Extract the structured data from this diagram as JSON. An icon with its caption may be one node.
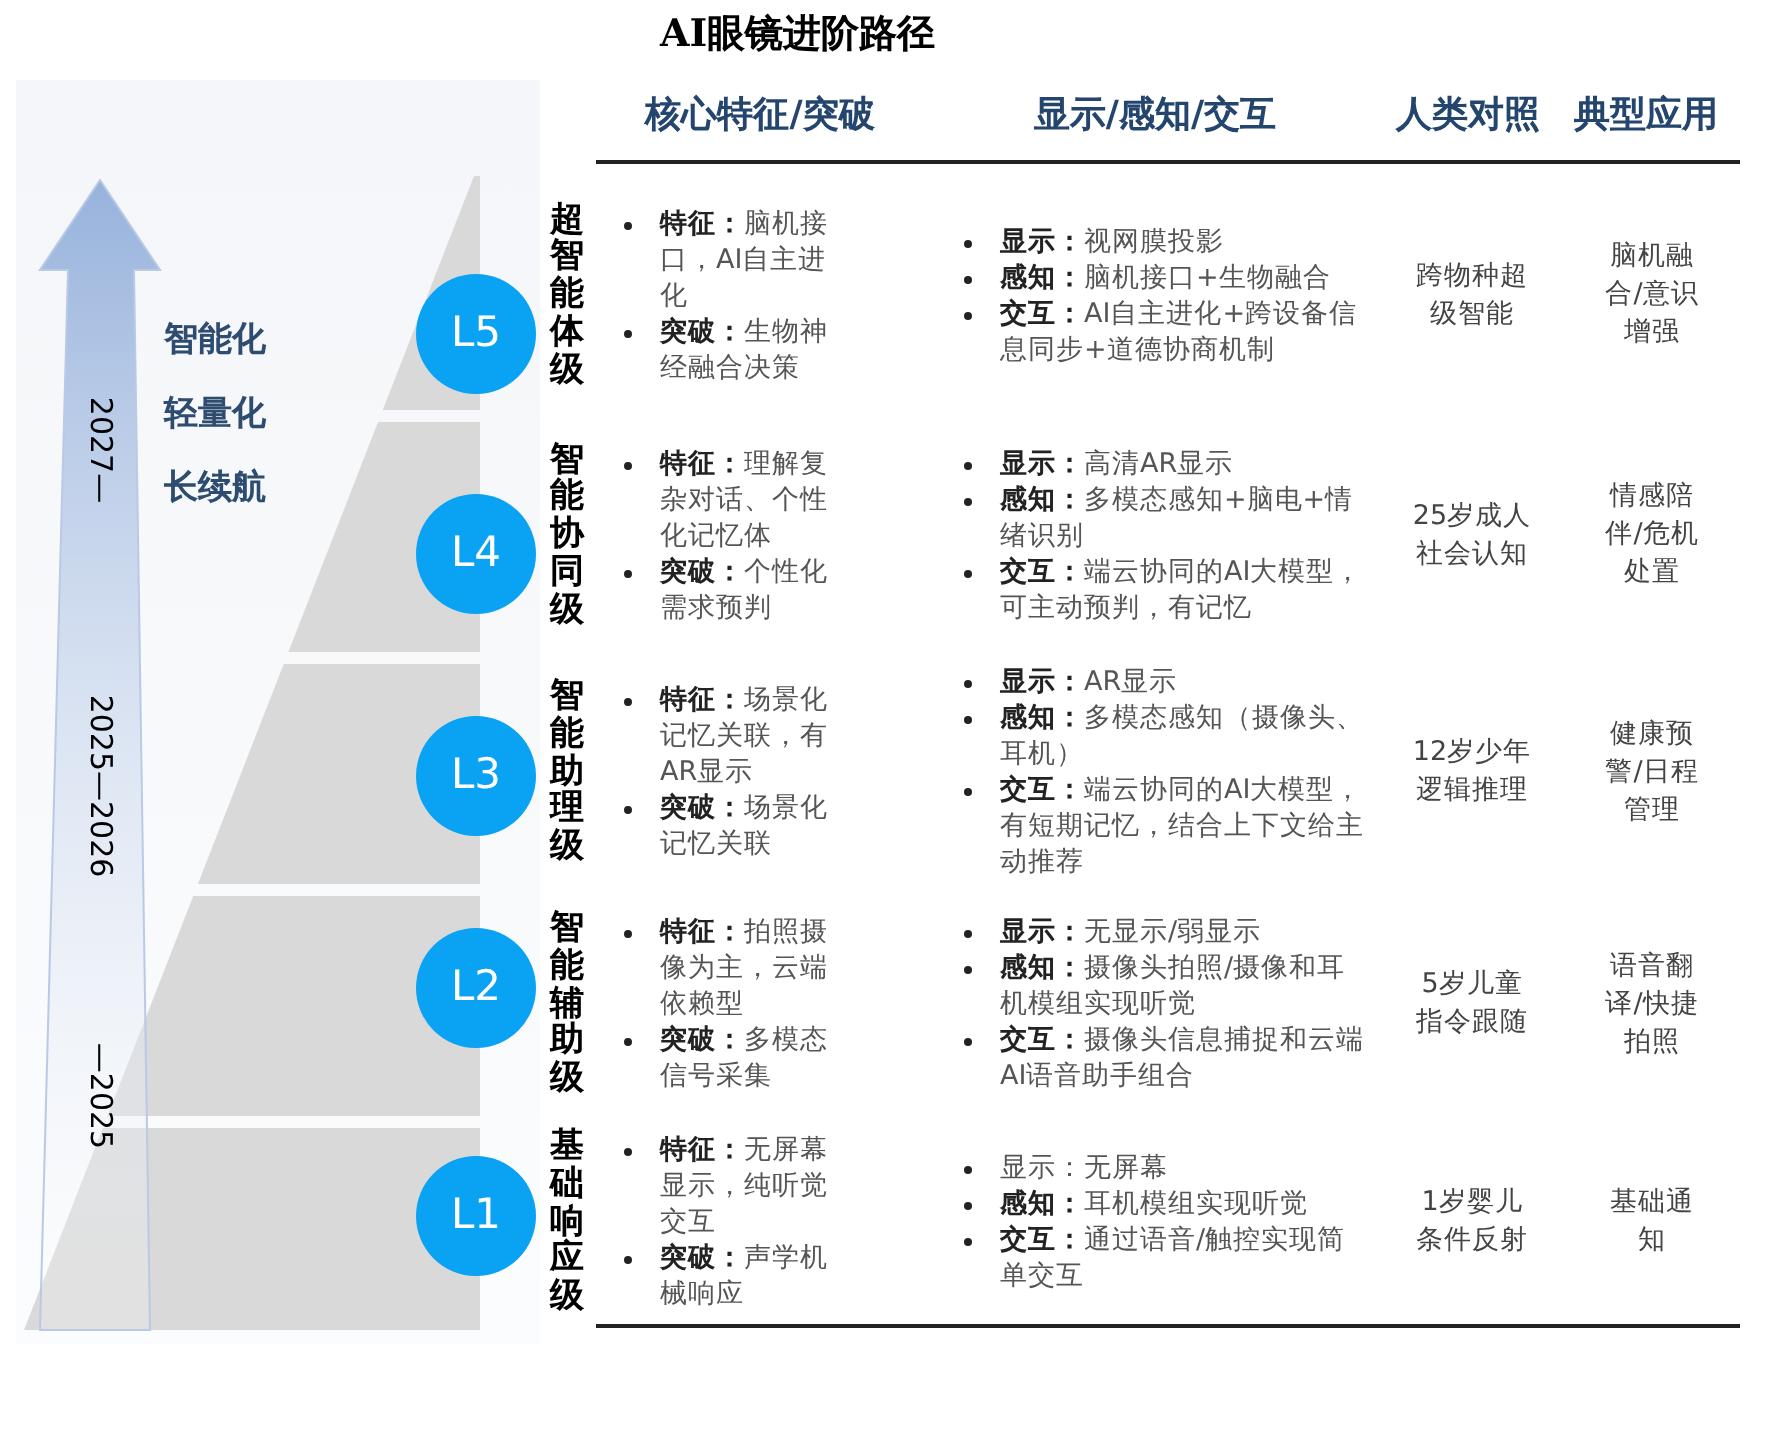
{
  "diagram": {
    "title": "AI眼镜进阶路径",
    "nodes": [
      {
        "text": [
          "L5"
        ]
      },
      {
        "text": [
          "L4"
        ]
      },
      {
        "text": [
          "L3"
        ]
      },
      {
        "text": [
          "L2"
        ]
      },
      {
        "text": [
          "L1"
        ]
      }
    ],
    "labels": [
      "2027—",
      "2025—2026",
      "—2025",
      "智能化",
      "轻量化",
      "长续航",
      "核心特征/突破",
      "显示/感知/交互",
      "人类对照",
      "典型应用",
      "超智能体级",
      "**特征：**脑机接口，AI自主进化",
      "**突破：**生物神经融合决策",
      "**显示：**视网膜投影",
      "**感知：**脑机接口+生物融合",
      "**交互：**AI自主进化+跨设备信息同步+道德协商机制",
      "跨物种超级智能",
      "脑机融合/意识增强",
      "智能协同级",
      "**特征：**理解复杂对话、个性化记忆体",
      "**突破：**个性化需求预判",
      "**显示：**高清AR显示",
      "**感知：**多模态感知+脑电+情绪识别",
      "**交互：**端云协同的AI大模型，可主动预判，有记忆",
      "25岁成人社会认知",
      "情感陪伴/危机处置",
      "智能助理级",
      "**特征：**场景化记忆关联，有AR显示",
      "**突破：**场景化记忆关联",
      "**显示：**AR显示",
      "**感知：**多模态感知（摄像头、耳机）",
      "**交互：**端云协同的AI大模型，有短期记忆，结合上下文给主动推荐",
      "12岁少年逻辑推理",
      "健康预警/日程管理",
      "智能辅助级",
      "**特征：**拍照摄像为主，云端依赖型",
      "**突破：**多模态信号采集",
      "**显示：**无显示/弱显示",
      "**感知：**摄像头拍照/摄像和耳机模组实现听觉",
      "**交互：**摄像头信息捕捉和云端AI语音助手组合",
      "5岁儿童指令跟随",
      "语音翻译/快捷拍照",
      "基础响应级",
      "**特征：**无屏幕显示，纯听觉交互",
      "**突破：**声学机械响应",
      "显示：无屏幕",
      "**感知：**耳机模组实现听觉",
      "**交互：**通过语音/触控实现简单交互",
      "1岁婴儿条件反射",
      "基础通知"
    ]
  }
}
